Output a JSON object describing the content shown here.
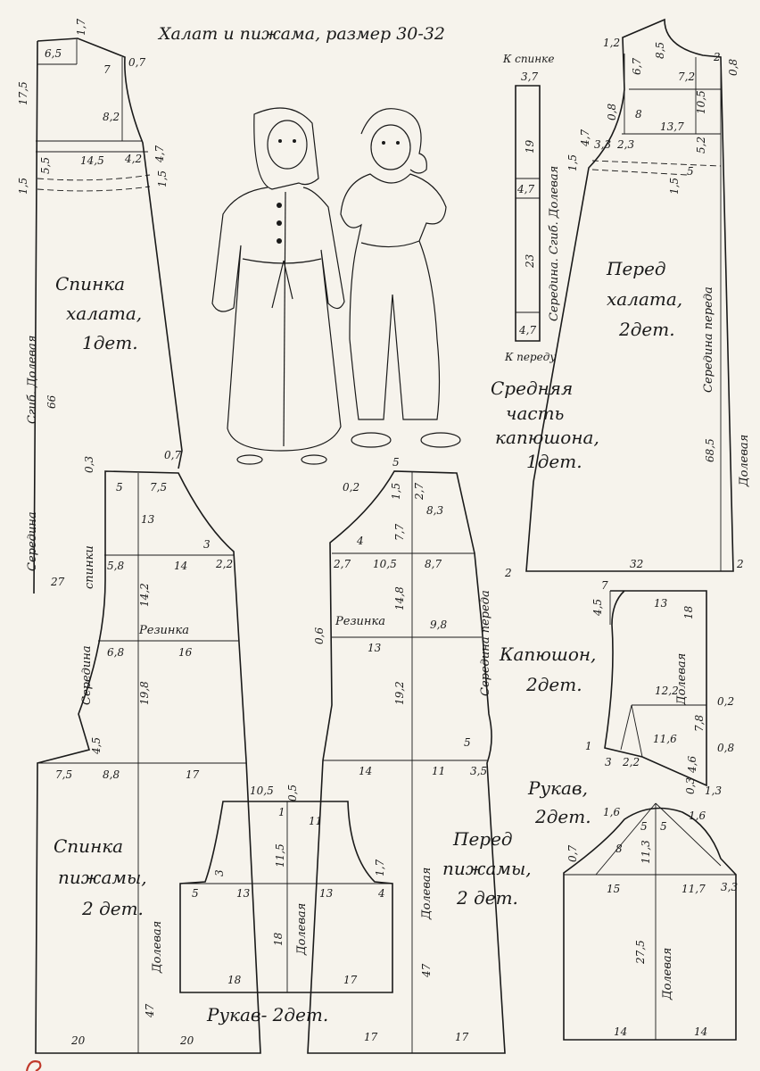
{
  "title": "Халат и пижама, размер 30-32",
  "pieces": {
    "back_robe": {
      "name": [
        "Спинка",
        "халата,",
        "1дет."
      ],
      "grain": "Сгиб. Долевая",
      "center": "Середина",
      "dims": [
        "6,5",
        "1,7",
        "0,7",
        "7",
        "17,5",
        "8,2",
        "5,5",
        "14,5",
        "4,2",
        "4,7",
        "1,5",
        "1,5",
        "66",
        "27",
        "0,7"
      ]
    },
    "back_pajama": {
      "name": [
        "Спинка",
        "пижамы,",
        "2 дет."
      ],
      "grain": "Долевая",
      "center": "Середина",
      "center2": "спинки",
      "band": "Резинка",
      "dims": [
        "0,3",
        "5",
        "7,5",
        "13",
        "3",
        "5,8",
        "14",
        "2,2",
        "14,2",
        "6,8",
        "16",
        "19,8",
        "4,5",
        "7,5",
        "8,8",
        "17",
        "47",
        "20",
        "20"
      ]
    },
    "front_pajama": {
      "name": [
        "Перед",
        "пижамы,",
        "2 дет."
      ],
      "grain": "Долевая",
      "center": "Середина переда",
      "band": "Резинка",
      "dims": [
        "5",
        "0,2",
        "1,5",
        "2,7",
        "8,3",
        "7,7",
        "4",
        "2,7",
        "10,5",
        "8,7",
        "14,8",
        "0,6",
        "9,8",
        "13",
        "19,2",
        "5",
        "14",
        "11",
        "3,5",
        "47",
        "17",
        "17"
      ]
    },
    "front_robe": {
      "name": [
        "Перед",
        "халата,",
        "2дет."
      ],
      "grain": "Долевая",
      "center": "Середина переда",
      "dims": [
        "1,2",
        "8,5",
        "6,7",
        "2",
        "0,8",
        "7,2",
        "0,8",
        "8",
        "10,5",
        "13,7",
        "3,3",
        "2,3",
        "5,2",
        "1,5",
        "4,7",
        "5",
        "1,5",
        "68,5",
        "2",
        "32",
        "2"
      ]
    },
    "hood_middle": {
      "top_label": "К спинке",
      "bottom_label": "К переду",
      "name": [
        "Средняя",
        "часть",
        "капюшона,",
        "1дет."
      ],
      "grain": "Середина. Сгиб. Долевая",
      "dims": [
        "3,7",
        "19",
        "4,7",
        "23",
        "4,7"
      ]
    },
    "hood": {
      "name": [
        "Капюшон,",
        "2дет."
      ],
      "grain": "Долевая",
      "dims": [
        "7",
        "4,5",
        "13",
        "18",
        "12,2",
        "0,2",
        "7,8",
        "11,6",
        "0,8",
        "4,6",
        "1",
        "3",
        "2,2",
        "0,3",
        "1,3"
      ]
    },
    "sleeve_robe": {
      "name": [
        "Рукав,",
        "2дет."
      ],
      "grain": "Долевая",
      "dims": [
        "1,6",
        "1,6",
        "5",
        "5",
        "0,7",
        "8",
        "11,3",
        "15",
        "11,7",
        "3,3",
        "27,5",
        "14",
        "14"
      ]
    },
    "sleeve_pajama": {
      "name": "Рукав- 2дет.",
      "grain": "Долевая",
      "dims": [
        "10,5",
        "0,5",
        "1",
        "11",
        "11,5",
        "3",
        "1,7",
        "5",
        "13",
        "13",
        "4",
        "18",
        "18",
        "17"
      ]
    }
  }
}
